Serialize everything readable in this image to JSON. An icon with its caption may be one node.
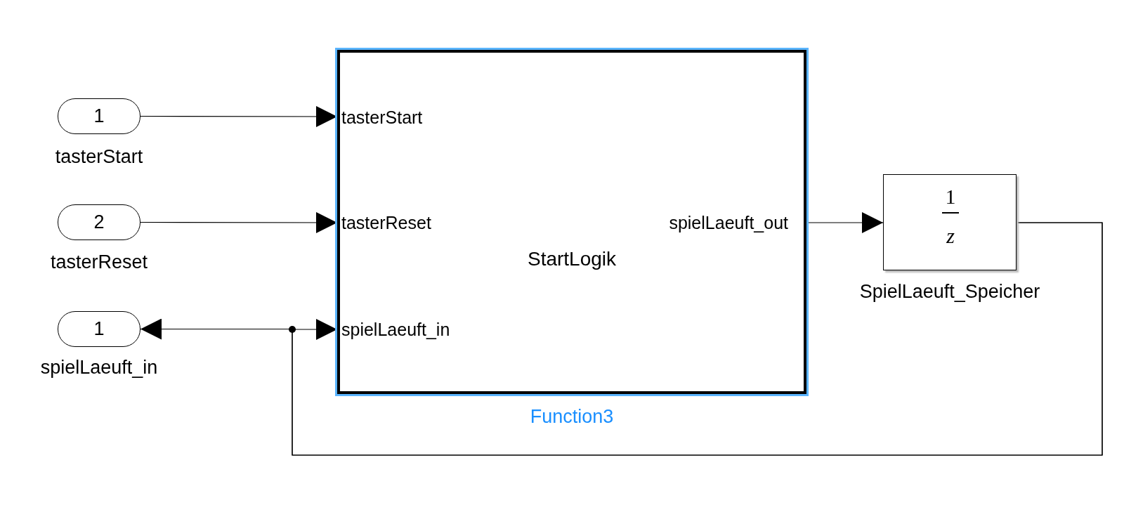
{
  "diagram": {
    "nodes": [
      {
        "text": [
          "1"
        ],
        "beside": [
          "tasterStart"
        ]
      },
      {
        "text": [
          "2"
        ],
        "beside": [
          "tasterReset"
        ]
      },
      {
        "text": [
          "1"
        ],
        "beside": [
          "spielLaeuft_in"
        ]
      },
      {
        "text": [
          "tasterStart",
          "tasterReset",
          "spielLaeuft_in",
          "spielLaeuft_out",
          "StartLogik"
        ],
        "beside": [
          "Function3"
        ]
      },
      {
        "text": [
          "1",
          "z"
        ],
        "beside": [
          "SpielLaeuft_Speicher"
        ]
      }
    ],
    "edges": [
      {
        "from": 0,
        "to": 3,
        "arrow": "to"
      },
      {
        "from": 1,
        "to": 3,
        "arrow": "to"
      },
      {
        "from": 3,
        "to": 4,
        "arrow": "to"
      },
      {
        "from": 4,
        "to": 3,
        "arrow": "to"
      },
      {
        "from": 4,
        "to": 2,
        "arrow": "to"
      }
    ]
  }
}
